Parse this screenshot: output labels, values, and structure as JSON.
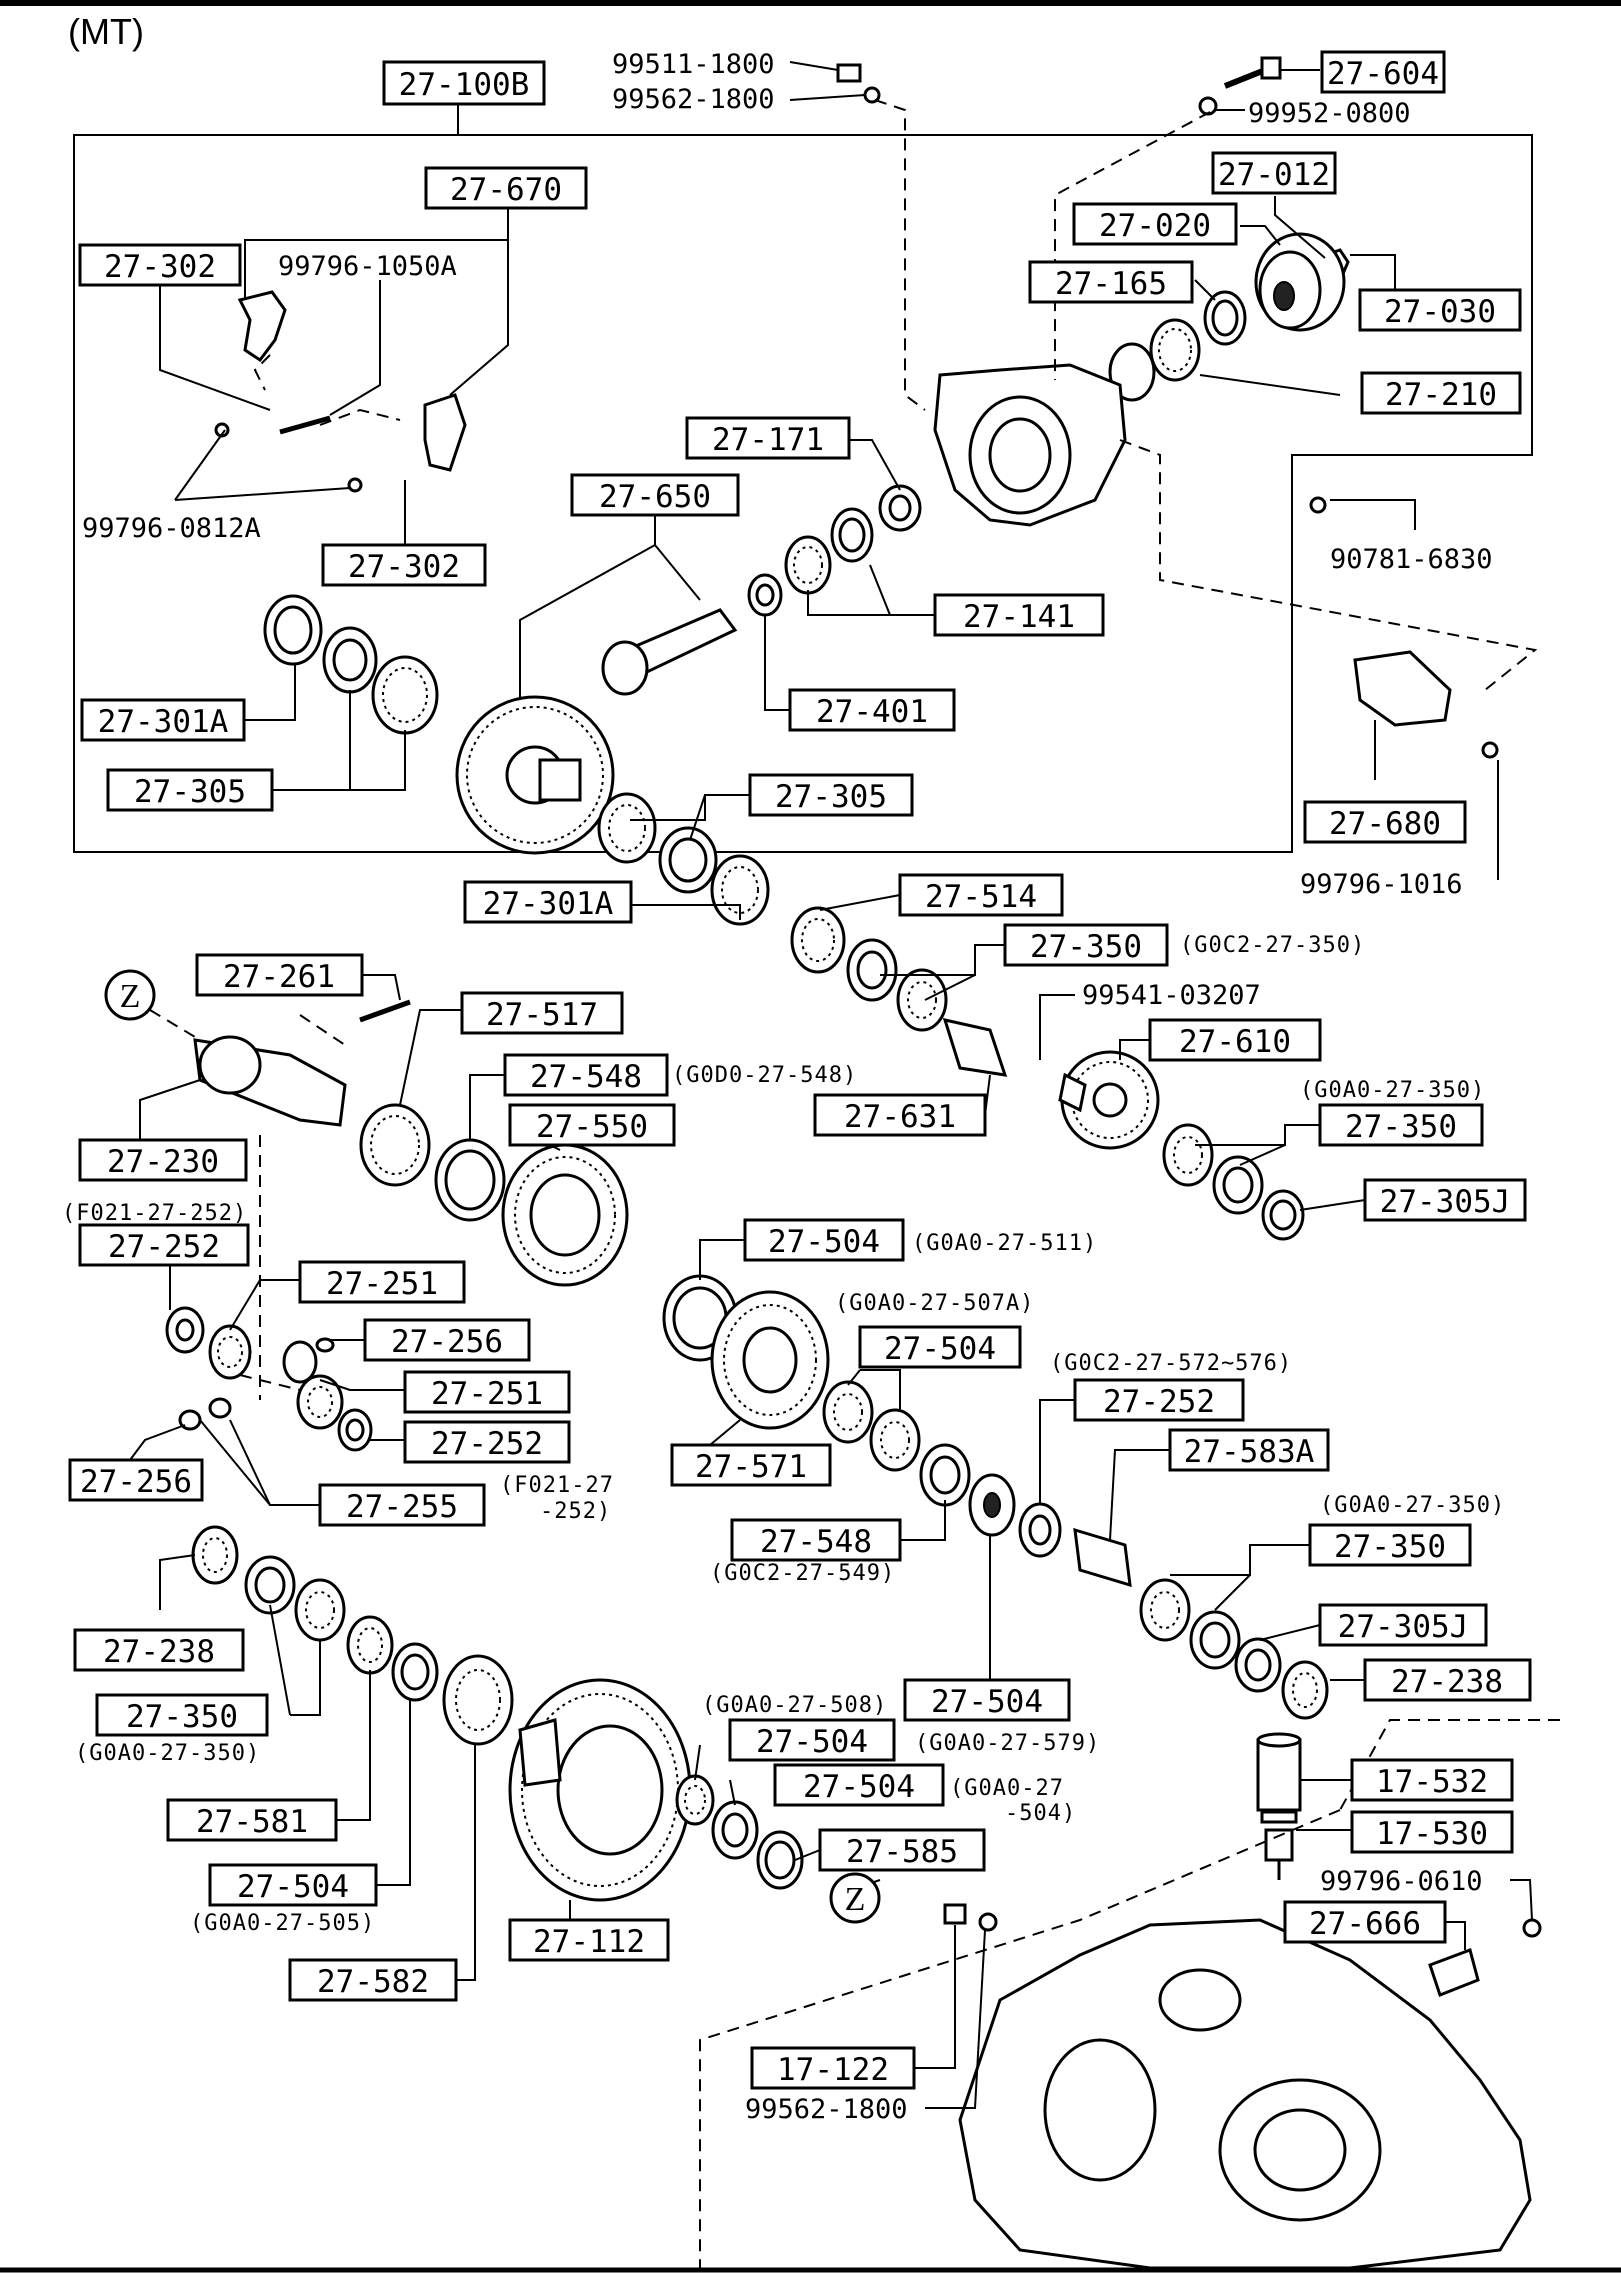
{
  "title": "(MT)",
  "boxed_labels": {
    "b_27_100B": "27-100B",
    "b_27_604": "27-604",
    "b_27_670": "27-670",
    "b_27_012": "27-012",
    "b_27_020": "27-020",
    "b_27_302a": "27-302",
    "b_27_165": "27-165",
    "b_27_030": "27-030",
    "b_27_210": "27-210",
    "b_27_171": "27-171",
    "b_27_302b": "27-302",
    "b_27_650": "27-650",
    "b_27_141": "27-141",
    "b_27_401": "27-401",
    "b_27_301A_a": "27-301A",
    "b_27_305a": "27-305",
    "b_27_305b": "27-305",
    "b_27_680": "27-680",
    "b_27_301A_b": "27-301A",
    "b_27_514": "27-514",
    "b_27_350a": "27-350",
    "b_27_261": "27-261",
    "b_27_517": "27-517",
    "b_27_548a": "27-548",
    "b_27_610": "27-610",
    "b_27_550": "27-550",
    "b_27_230": "27-230",
    "b_27_631": "27-631",
    "b_27_350b": "27-350",
    "b_27_305J_a": "27-305J",
    "b_27_252a": "27-252",
    "b_27_504a": "27-504",
    "b_27_251a": "27-251",
    "b_27_504b": "27-504",
    "b_27_256a": "27-256",
    "b_27_252b": "27-252",
    "b_27_251b": "27-251",
    "b_27_583A": "27-583A",
    "b_27_252c": "27-252",
    "b_27_256b": "27-256",
    "b_27_571": "27-571",
    "b_27_255": "27-255",
    "b_27_350c": "27-350",
    "b_27_548b": "27-548",
    "b_27_305J_b": "27-305J",
    "b_27_238a": "27-238",
    "b_27_238b": "27-238",
    "b_27_350d": "27-350",
    "b_27_504c": "27-504",
    "b_27_504d": "27-504",
    "b_27_504e": "27-504",
    "b_27_581": "27-581",
    "b_27_585": "27-585",
    "b_17_532": "17-532",
    "b_17_530": "17-530",
    "b_27_504f": "27-504",
    "b_27_666": "27-666",
    "b_27_112": "27-112",
    "b_27_582": "27-582",
    "b_17_122": "17-122"
  },
  "part_numbers": {
    "p_99511_1800": "99511-1800",
    "p_99562_1800a": "99562-1800",
    "p_99952_0800": "99952-0800",
    "p_99796_1050A": "99796-1050A",
    "p_99796_0812A": "99796-0812A",
    "p_90781_6830": "90781-6830",
    "p_99796_1016": "99796-1016",
    "p_99541_03207": "99541-03207",
    "p_99796_0610": "99796-0610",
    "p_99562_1800b": "99562-1800"
  },
  "notes": {
    "n_GOC2_27_350": "(G0C2-27-350)",
    "n_GOD0_27_548": "(G0D0-27-548)",
    "n_GOA0_27_350a": "(G0A0-27-350)",
    "n_F021_27_252a": "(F021-27-252)",
    "n_GOA0_27_511": "(G0A0-27-511)",
    "n_GOA0_27_507A": "(G0A0-27-507A)",
    "n_GOC2_27_572": "(G0C2-27-572~576)",
    "n_F021_27_252b_1": "(F021-27",
    "n_F021_27_252b_2": "-252)",
    "n_GOA0_27_350b": "(G0A0-27-350)",
    "n_GOC2_27_549": "(G0C2-27-549)",
    "n_GOA0_27_350c": "(G0A0-27-350)",
    "n_GOA0_27_508": "(G0A0-27-508)",
    "n_GOA0_27_579": "(G0A0-27-579)",
    "n_GOA0_27_504_1": "(G0A0-27",
    "n_GOA0_27_504_2": "-504)",
    "n_GOA0_27_505": "(G0A0-27-505)"
  },
  "markers": {
    "z1": "Z",
    "z2": "Z"
  }
}
